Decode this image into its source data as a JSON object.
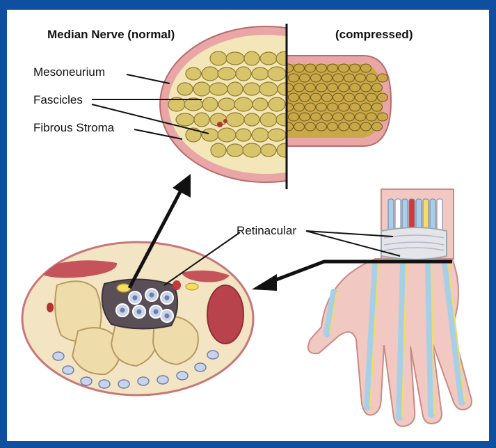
{
  "diagram": {
    "title_normal": "Median Nerve (normal)",
    "title_compressed": "(compressed)",
    "labels": {
      "mesoneurium": "Mesoneurium",
      "fascicles": "Fascicles",
      "fibrous_stroma": "Fibrous Stroma",
      "retinacular": "Retinacular"
    },
    "colors": {
      "frame": "#0f4fa0",
      "fascicle": "#d8c46a",
      "mesoneurium": "#e8a6a6",
      "muscle": "#c4535a",
      "bone": "#eedcaa",
      "tendon": "#a8cfe8",
      "nerve": "#f3dd62"
    }
  }
}
